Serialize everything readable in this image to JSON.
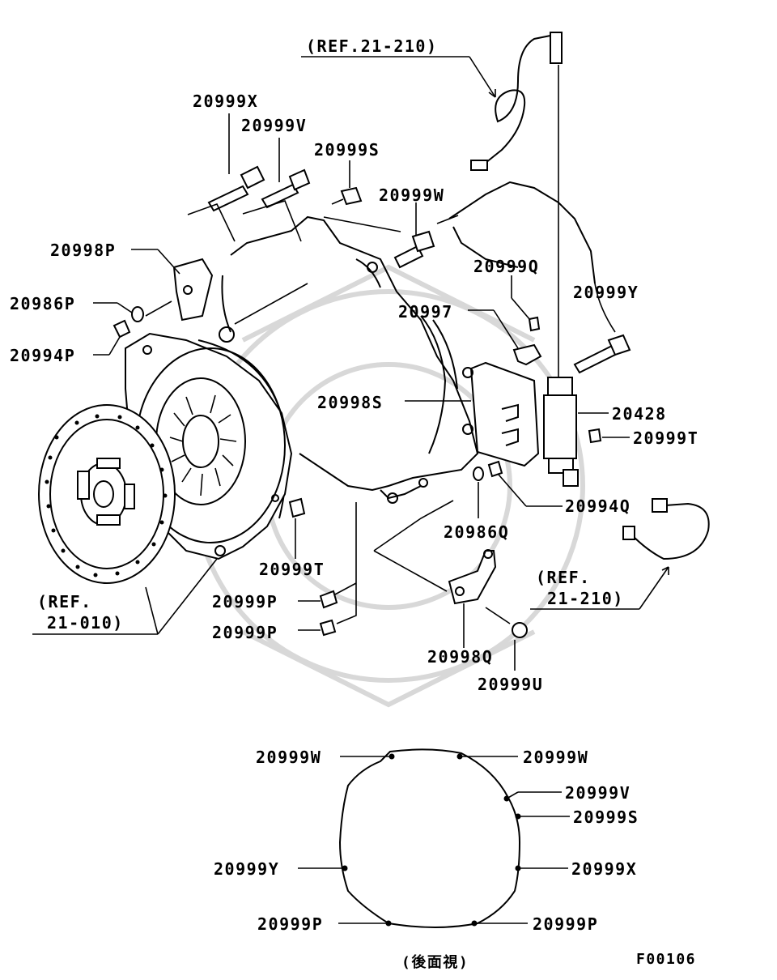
{
  "labels": {
    "ref_21_210_top": "(REF.21-210)",
    "p_20999X": "20999X",
    "p_20999V": "20999V",
    "p_20999S": "20999S",
    "p_20999W": "20999W",
    "p_20998P": "20998P",
    "p_20986P": "20986P",
    "p_20994P": "20994P",
    "p_20999Q": "20999Q",
    "p_20999Y": "20999Y",
    "p_20997": "20997",
    "p_20998S": "20998S",
    "p_20428": "20428",
    "p_20999T_right": "20999T",
    "p_20994Q": "20994Q",
    "p_20986Q": "20986Q",
    "p_20999T_mid": "20999T",
    "ref_21_210_right_1": "(REF.",
    "ref_21_210_right_2": "21-210)",
    "ref_21_010_1": "(REF.",
    "ref_21_010_2": "21-010)",
    "p_20999P_1": "20999P",
    "p_20999P_2": "20999P",
    "p_20998Q": "20998Q",
    "p_20999U": "20999U"
  },
  "rear_view": {
    "top_left": "20999W",
    "top_right": "20999W",
    "right_upper": "20999V",
    "right_mid": "20999S",
    "left_mid": "20999Y",
    "right_lower": "20999X",
    "bottom_left": "20999P",
    "bottom_right": "20999P",
    "caption": "(後面視)"
  },
  "figure_code": "F00106"
}
